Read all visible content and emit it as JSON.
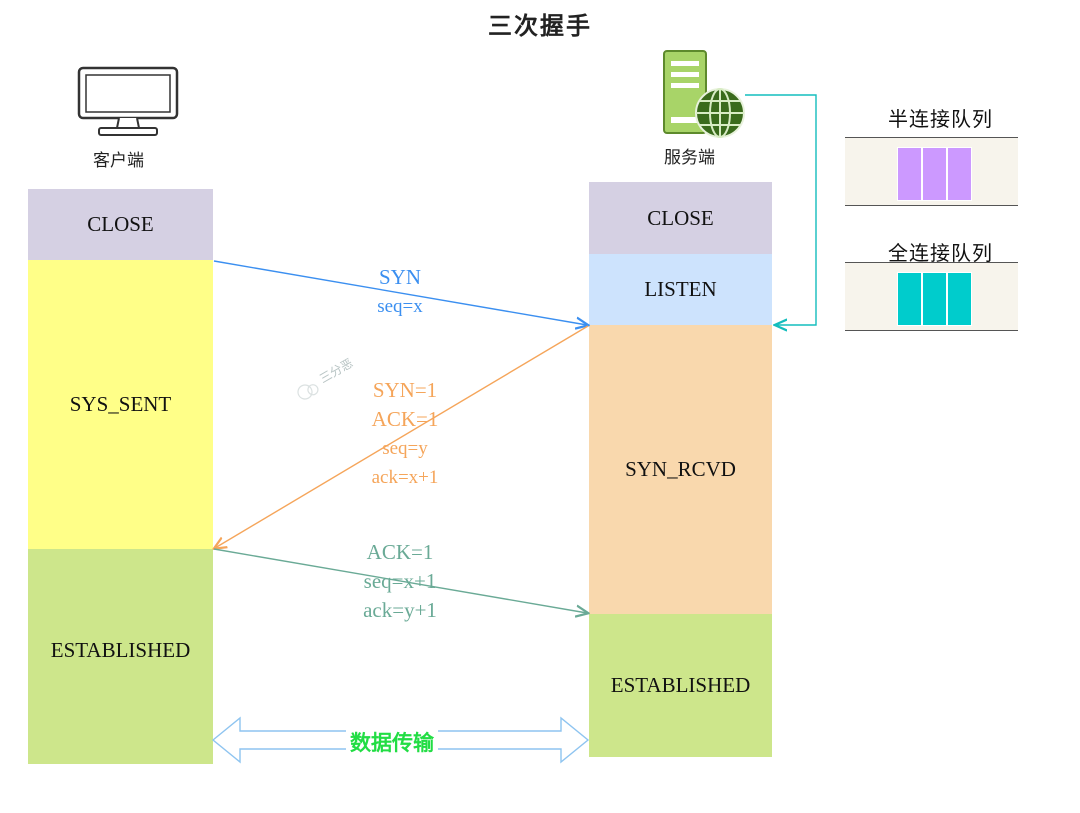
{
  "title": "三次握手",
  "client": {
    "label": "客户端",
    "icon": "monitor-icon",
    "states": [
      "CLOSE",
      "SYS_SENT",
      "ESTABLISHED"
    ]
  },
  "server": {
    "label": "服务端",
    "icon": "server-globe-icon",
    "states": [
      "CLOSE",
      "LISTEN",
      "SYN_RCVD",
      "ESTABLISHED"
    ]
  },
  "messages": {
    "syn": [
      "SYN",
      "seq=x"
    ],
    "synack": [
      "SYN=1",
      "ACK=1",
      "seq=y",
      "ack=x+1"
    ],
    "ack": [
      "ACK=1",
      "seq=x+1",
      "ack=y+1"
    ]
  },
  "queues": {
    "half": {
      "label": "半连接队列",
      "color": "#cc99ff"
    },
    "full": {
      "label": "全连接队列",
      "color": "#00cccc"
    }
  },
  "transfer_label": "数据传输",
  "watermark": "三分恶",
  "colors": {
    "close": "#d5d0e3",
    "listen": "#cde3fd",
    "sent": "#ffff88",
    "rcvd": "#f9d8ad",
    "established": "#cde68b",
    "syn": "#3b8ff0",
    "synack": "#f5a55a",
    "ack": "#6aaa96",
    "queue_link": "#14bdbd"
  }
}
